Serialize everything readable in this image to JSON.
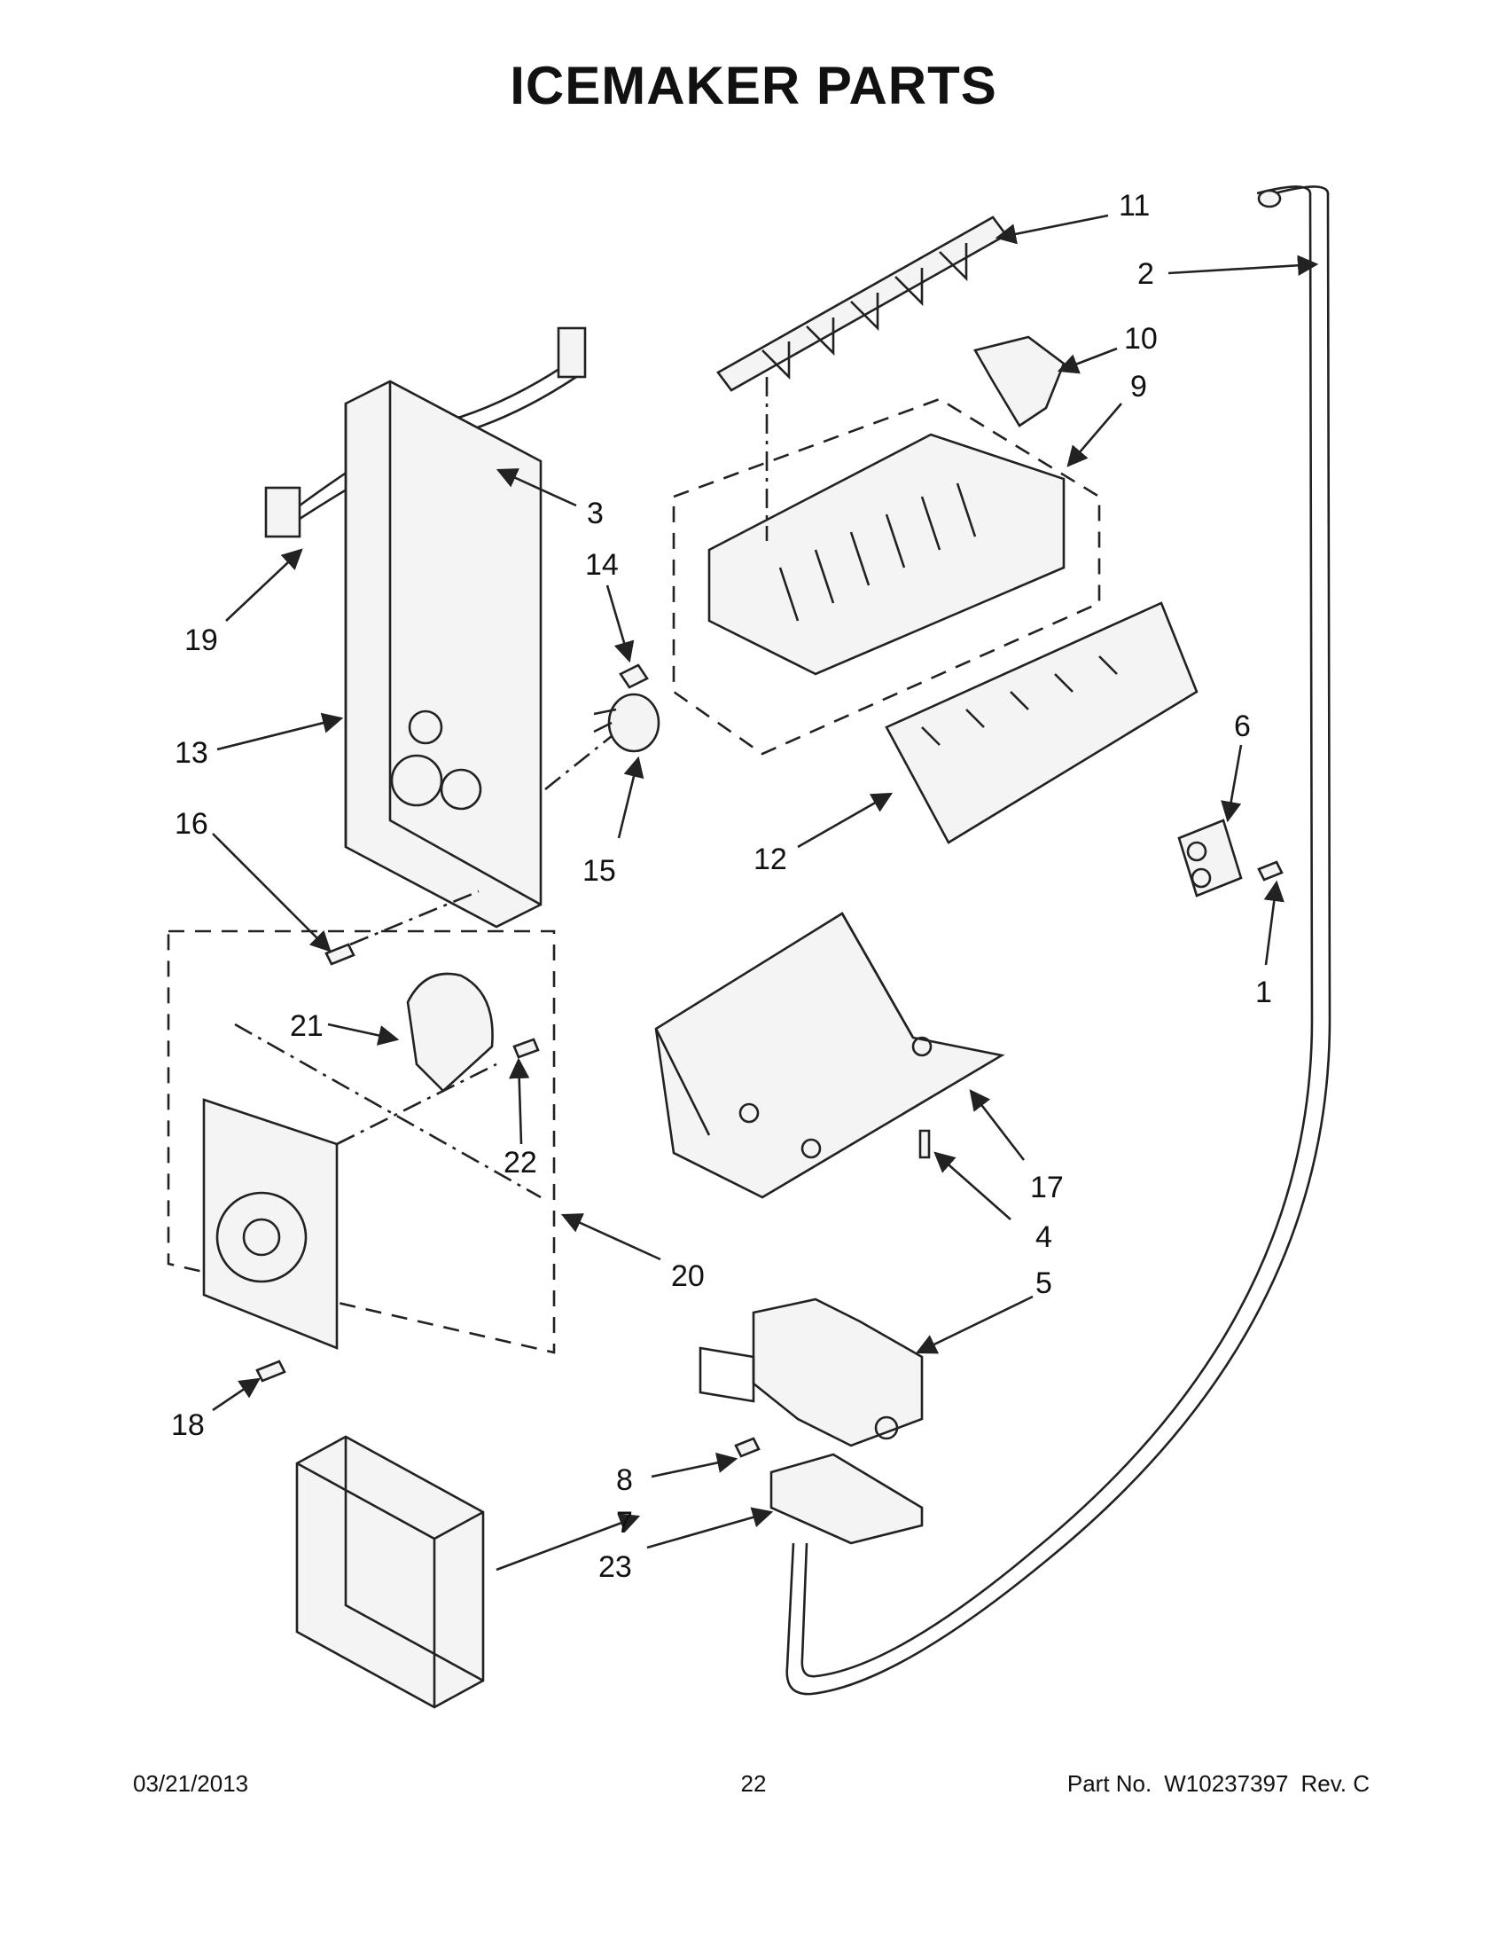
{
  "title": "ICEMAKER PARTS",
  "footer": {
    "date": "03/21/2013",
    "page": "22",
    "part_label": "Part No.",
    "part_number": "W10237397",
    "rev": "Rev. C"
  },
  "callouts": [
    "1",
    "2",
    "3",
    "4",
    "5",
    "6",
    "7",
    "8",
    "9",
    "10",
    "11",
    "12",
    "13",
    "14",
    "15",
    "16",
    "17",
    "18",
    "19",
    "20",
    "21",
    "22",
    "23"
  ]
}
